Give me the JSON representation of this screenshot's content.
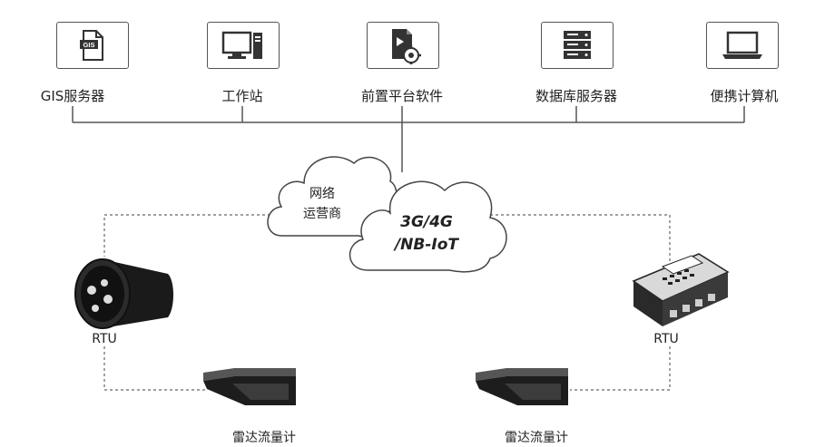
{
  "servers": [
    {
      "label": "GIS服务器",
      "icon": "gis-file-icon"
    },
    {
      "label": "工作站",
      "icon": "workstation-icon"
    },
    {
      "label": "前置平台软件",
      "icon": "software-gear-icon"
    },
    {
      "label": "数据库服务器",
      "icon": "database-server-icon"
    },
    {
      "label": "便携计算机",
      "icon": "laptop-icon"
    }
  ],
  "gis_badge": "GIS",
  "cloud_operator": {
    "line1": "网络",
    "line2": "运营商"
  },
  "cloud_network": {
    "line1": "3G/4G",
    "line2": "/NB-IoT"
  },
  "devices": {
    "rtu_left": "RTU",
    "rtu_right": "RTU",
    "radar_left": "雷达流量计",
    "radar_right": "雷达流量计"
  }
}
